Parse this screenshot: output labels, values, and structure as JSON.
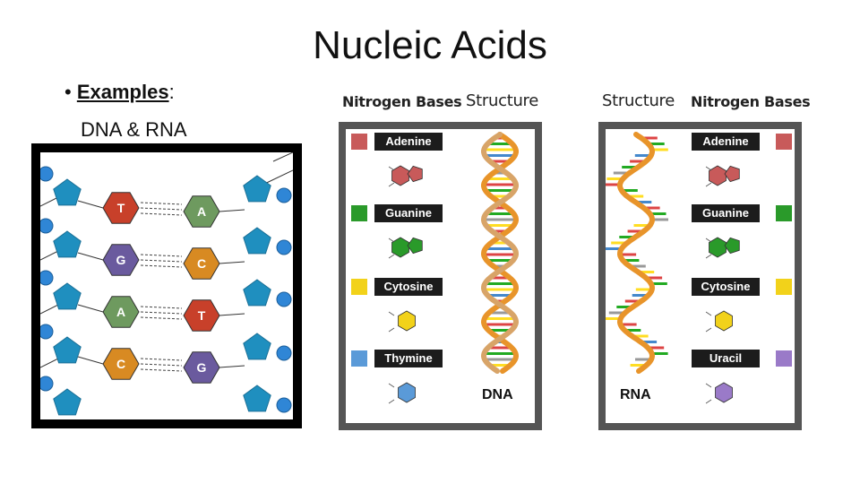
{
  "slide": {
    "title": "Nucleic Acids",
    "bullet_label": "Examples",
    "bullet_colon": ":",
    "bullet_line2": "DNA & RNA"
  },
  "ladder": {
    "pairs": [
      {
        "left": "T",
        "right": "A",
        "left_color": "#c8402a",
        "right_color": "#6e9a5f"
      },
      {
        "left": "G",
        "right": "C",
        "left_color": "#6a5a9e",
        "right_color": "#d88a22"
      },
      {
        "left": "A",
        "right": "T",
        "left_color": "#6e9a5f",
        "right_color": "#c8402a"
      },
      {
        "left": "C",
        "right": "G",
        "left_color": "#d88a22",
        "right_color": "#6a5a9e"
      }
    ],
    "sugar_color": "#1f8fbf",
    "phosphate_color": "#2f86d6"
  },
  "dna_panel": {
    "header_bases": "Nitrogen Bases",
    "header_structure": "Structure",
    "bases": [
      {
        "name": "Adenine",
        "color": "#c85a5a"
      },
      {
        "name": "Guanine",
        "color": "#2a9a2a"
      },
      {
        "name": "Cytosine",
        "color": "#f2d21a"
      },
      {
        "name": "Thymine",
        "color": "#5a9ad8"
      }
    ],
    "label": "DNA"
  },
  "rna_panel": {
    "header_structure": "Structure",
    "header_bases": "Nitrogen Bases",
    "bases": [
      {
        "name": "Adenine",
        "color": "#c85a5a"
      },
      {
        "name": "Guanine",
        "color": "#2a9a2a"
      },
      {
        "name": "Cytosine",
        "color": "#f2d21a"
      },
      {
        "name": "Uracil",
        "color": "#9a7ac8"
      }
    ],
    "label": "RNA"
  }
}
